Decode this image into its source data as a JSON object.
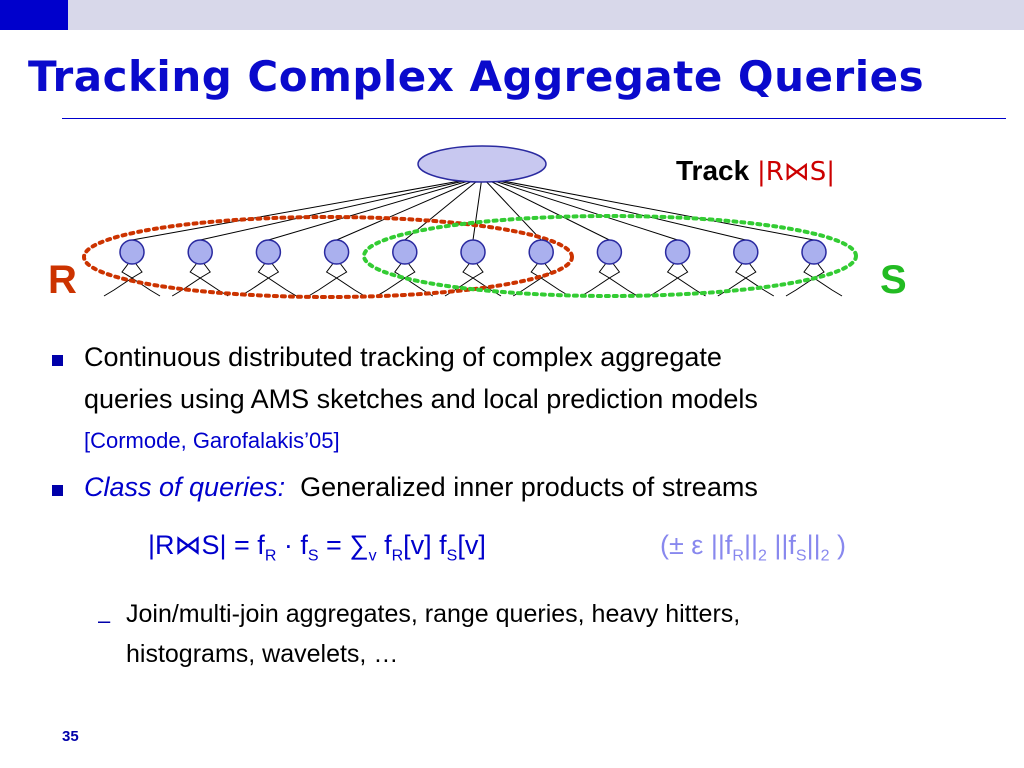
{
  "slide": {
    "title": "Tracking Complex Aggregate Queries",
    "number": "35"
  },
  "diagram": {
    "track_word": "Track",
    "track_expr": "|R⋈S|",
    "label_r": "R",
    "label_s": "S",
    "node_count": 11,
    "colors": {
      "node_fill": "#aab0ee",
      "node_stroke": "#2a2aa0",
      "r_group": "#cc3300",
      "s_group": "#33cc33"
    }
  },
  "bullets": [
    {
      "line1": "Continuous distributed tracking of complex aggregate",
      "line2": "queries using AMS sketches and local prediction models",
      "citation": "[Cormode, Garofalakis’05]"
    },
    {
      "label": "Class of queries:",
      "text": "Generalized inner products of streams"
    }
  ],
  "formula": {
    "p1": "|R⋈S| = f",
    "s1": "R",
    "p2": " · f",
    "s2": "S",
    "p3": " = ∑",
    "s3": "v",
    "p4": " f",
    "s4": "R",
    "p5": "[v] f",
    "s5": "S",
    "p6": "[v]"
  },
  "error_bound": {
    "p1": "(± ε ||f",
    "s1": "R",
    "p2": "||",
    "s2": "2",
    "p3": " ||f",
    "s3": "S",
    "p4": "||",
    "s4": "2",
    "p5": " )"
  },
  "sub_bullet": {
    "dash": "–",
    "line1": "Join/multi-join aggregates, range queries, heavy hitters,",
    "line2": "histograms, wavelets, …"
  }
}
